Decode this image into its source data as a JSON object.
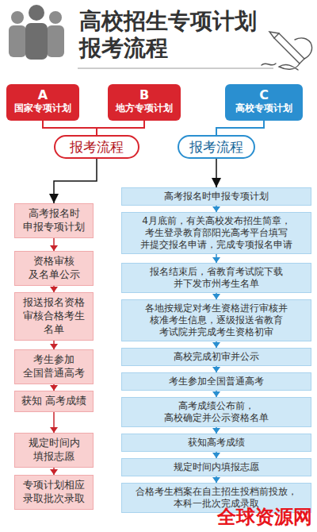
{
  "diagram": {
    "title": "高校招生专项计划 报考流程",
    "nodes": [
      {
        "text": [
          "A",
          "国家专项计划"
        ]
      },
      {
        "text": [
          "B",
          "地方专项计划"
        ]
      },
      {
        "text": [
          "C",
          "高校专项计划"
        ]
      },
      {
        "text": [
          "报考流程"
        ]
      },
      {
        "text": [
          "报考流程"
        ]
      },
      {
        "text": [
          "高考报名时 申报专项计划"
        ]
      },
      {
        "text": [
          "资格审核 及名单公示"
        ]
      },
      {
        "text": [
          "报送报名资格 审核合格考生 名单"
        ]
      },
      {
        "text": [
          "考生参加 全国普通高考"
        ]
      },
      {
        "text": [
          "获知 高考成绩"
        ]
      },
      {
        "text": [
          "规定时间内 填报志愿"
        ]
      },
      {
        "text": [
          "专项计划相应 录取批次录取"
        ]
      },
      {
        "text": [
          "高考报名时申报专项计划"
        ]
      },
      {
        "text": [
          "4月底前，有关高校发布招生简章， 考生登录教育部阳光高考平台填写 并提交报名申请，完成专项报名申请"
        ]
      },
      {
        "text": [
          "报名结束后，省教育考试院下载 并下发市州考生名单"
        ]
      },
      {
        "text": [
          "各地按规定对考生资格进行审核并 核准考生信息，逐级报送省教育 考试院并完成考生资格初审"
        ]
      },
      {
        "text": [
          "高校完成初审并公示"
        ]
      },
      {
        "text": [
          "考生参加全国普通高考"
        ]
      },
      {
        "text": [
          "高考成绩公布前， 高校确定并公示资格名单"
        ]
      },
      {
        "text": [
          "获知高考成绩"
        ]
      },
      {
        "text": [
          "规定时间内填报志愿"
        ]
      },
      {
        "text": [
          "合格考生档案在自主招生投档前投放， 本科一批次完成录取"
        ]
      }
    ],
    "edges": [
      {
        "from": 0,
        "to": 3,
        "arrow": "none"
      },
      {
        "from": 1,
        "to": 3,
        "arrow": "none"
      },
      {
        "from": 2,
        "to": 4,
        "arrow": "none"
      },
      {
        "from": 3,
        "to": 5,
        "arrow": "to"
      },
      {
        "from": 5,
        "to": 6,
        "arrow": "to"
      },
      {
        "from": 6,
        "to": 7,
        "arrow": "to"
      },
      {
        "from": 7,
        "to": 8,
        "arrow": "to"
      },
      {
        "from": 8,
        "to": 9,
        "arrow": "to"
      },
      {
        "from": 9,
        "to": 10,
        "arrow": "to"
      },
      {
        "from": 10,
        "to": 11,
        "arrow": "to"
      },
      {
        "from": 4,
        "to": 12,
        "arrow": "to"
      },
      {
        "from": 12,
        "to": 13,
        "arrow": "to"
      },
      {
        "from": 13,
        "to": 14,
        "arrow": "to"
      },
      {
        "from": 14,
        "to": 15,
        "arrow": "to"
      },
      {
        "from": 15,
        "to": 16,
        "arrow": "to"
      },
      {
        "from": 16,
        "to": 17,
        "arrow": "to"
      },
      {
        "from": 17,
        "to": 18,
        "arrow": "to"
      },
      {
        "from": 18,
        "to": 19,
        "arrow": "to"
      },
      {
        "from": 19,
        "to": 20,
        "arrow": "to"
      },
      {
        "from": 20,
        "to": 21,
        "arrow": "to"
      }
    ],
    "labels": [
      "全球资源网"
    ]
  }
}
